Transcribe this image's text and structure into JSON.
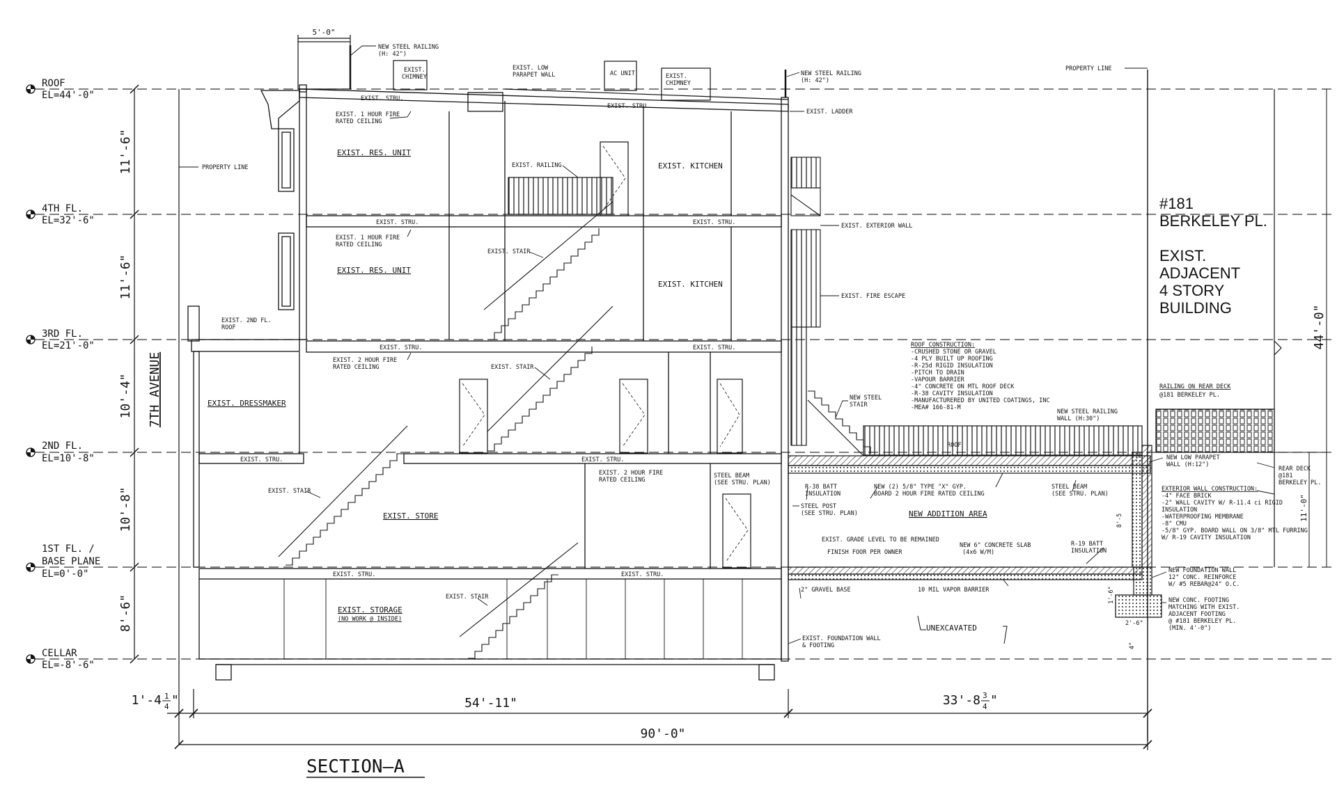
{
  "title": "SECTION–A",
  "levels": [
    {
      "name": "ROOF",
      "el": "EL=44'-0\""
    },
    {
      "name": "4TH FL.",
      "el": "EL=32'-6\""
    },
    {
      "name": "3RD FL.",
      "el": "EL=21'-0\""
    },
    {
      "name": "2ND FL.",
      "el": "EL=10'-8\""
    },
    {
      "name": "1ST FL. /",
      "name2": "BASE PLANE",
      "el": "EL=0'-0\""
    },
    {
      "name": "CELLAR",
      "el": "EL=-8'-6\""
    }
  ],
  "story_heights": [
    "11'-6\"",
    "11'-6\"",
    "10'-4\"",
    "10'-8\"",
    "8'-6\""
  ],
  "street": "7TH AVENUE",
  "dims": {
    "top_5": "5'-0\"",
    "b_left": "1'-4",
    "b_left_frac": "1",
    "b_left_den": "4",
    "b_left_end": "\"",
    "b_main": "54'-11\"",
    "b_add": "33'-8",
    "b_add_frac": "3",
    "b_add_den": "4",
    "b_add_end": "\"",
    "overall": "90'-0\"",
    "right_total": "44'-0\"",
    "rear_deck": "11'-0\"",
    "footing_depth": "1'-6\"",
    "footing_width": "2'-6\"",
    "slab_dim": "8'-5",
    "footing_low": "4\""
  },
  "rooms": {
    "res1": "EXIST. RES. UNIT",
    "res2": "EXIST. RES. UNIT",
    "kitchen1": "EXIST. KITCHEN",
    "kitchen2": "EXIST. KITCHEN",
    "dressmaker": "EXIST. DRESSMAKER",
    "store": "EXIST. STORE",
    "storage1": "EXIST. STORAGE",
    "storage2": "(NO WORK @ INSIDE)",
    "new_area": "NEW ADDITION AREA",
    "unexcavated": "UNEXCAVATED"
  },
  "stru": "EXIST. STRU.",
  "notes": {
    "rail_top_1": "NEW STEEL RAILING",
    "rail_top_2": "(H: 42\")",
    "chimney_1": "EXIST.",
    "chimney_2": "CHIMNEY",
    "parapet_1": "EXIST. LOW",
    "parapet_2": "PARAPET WALL",
    "ac_unit": "AC UNIT",
    "chimney_r1": "EXIST.",
    "chimney_r2": "CHIMNEY",
    "rail_r1": "NEW STEEL RAILING",
    "rail_r2": "(H: 42\")",
    "property_line_r": "PROPERTY LINE",
    "property_line_l": "PROPERTY LINE",
    "ladder": "EXIST. LADDER",
    "ceil1_1": "EXIST. 1 HOUR FIRE",
    "ceil1_2": "RATED CEILING",
    "ceil2_1": "EXIST. 1 HOUR FIRE",
    "ceil2_2": "RATED CEILING",
    "ceil3_1": "EXIST. 2 HOUR FIRE",
    "ceil3_2": "RATED CEILING",
    "ceil4_1": "EXIST. 2 HOUR FIRE",
    "ceil4_2": "RATED CEILING",
    "railing": "EXIST. RAILING",
    "stair": "EXIST. STAIR",
    "ext_wall": "EXIST. EXTERIOR WALL",
    "fire_escape": "EXIST. FIRE ESCAPE",
    "roof2_1": "EXIST. 2ND FL.",
    "roof2_2": "ROOF",
    "new_stair_1": "NEW STEEL",
    "new_stair_2": "STAIR",
    "rail_new_1": "NEW STEEL RAILING",
    "rail_new_2": "WALL (H:30\")",
    "roof_con": [
      "ROOF CONSTRUCTION:",
      "-CRUSHED STONE OR GRAVEL",
      "-4 PLY BUILT UP ROOFING",
      "-R-25d RIGID INSULATION",
      "-PITCH TO DRAIN",
      "-VAPOUR BARRIER",
      "-4\" CONCRETE ON MTL ROOF DECK",
      "-R-38 CAVITY INSULATION",
      "-MANUFACTURERED BY UNITED COATINGS, INC",
      "-MEA# 166-81-M"
    ],
    "roof_label": "ROOF",
    "beam1_1": "STEEL BEAM",
    "beam1_2": "(SEE STRU. PLAN)",
    "beam2_1": "STEEL BEAM",
    "beam2_2": "(SEE STRU. PLAN)",
    "post_1": "STEEL POST",
    "post_2": "(SEE STRU. PLAN)",
    "batt38_1": "R-38 BATT",
    "batt38_2": "INSULATION",
    "gyp_1": "NEW (2) 5/8\" TYPE \"X\" GYP.",
    "gyp_2": "BOARD 2 HOUR FIRE RATED CEILING",
    "batt19_1": "R-19 BATT",
    "batt19_2": "INSULATION",
    "grade": "EXIST. GRADE LEVEL TO BE REMAINED",
    "finish": "FINISH FOOR PER OWNER",
    "slab_1": "NEW 6\" CONCRETE SLAB",
    "slab_2": "(4x6 W/M)",
    "gravel": "2\" GRAVEL BASE",
    "vapor": "10 MIL VAPOR BARRIER",
    "parapet_low_1": "NEW LOW PARAPET",
    "parapet_low_2": "WALL (H:12\")",
    "ext_wall_con": [
      "EXTERIOR WALL CONSTRUCTION:",
      "-4\" FACE BRICK",
      "-2\" WALL CAVITY W/ R-11.4 ci RIGID",
      "INSULATION",
      "-WATERPROOFING MEMBRANE",
      "-8\" CMU",
      "-5/8\" GYP. BOARD WALL ON 3/8\" MTL FURRING",
      "W/ R-19 CAVITY INSULATION"
    ],
    "found_wall": [
      "NEW FOUNDATION WALL",
      "12\" CONC. REINFORCE",
      "W/ #5 REBAR@24\" O.C."
    ],
    "footing": [
      "NEW CONC. FOOTING",
      "MATCHING WITH EXIST.",
      "ADJACENT FOOTING",
      "@ #181 BERKELEY PL.",
      "(MIN. 4'-0\")"
    ],
    "found_exist_1": "EXIST. FOUNDATION WALL",
    "found_exist_2": "& FOOTING",
    "rear_rail_1": "RAILING ON REAR DECK",
    "rear_rail_2": "@181 BERKELEY PL.",
    "rear_deck": [
      "REAR DECK",
      "@181",
      "BERKELEY PL."
    ]
  },
  "adjacent": {
    "addr1": "#181",
    "addr2": "BERKELEY PL.",
    "line1": "EXIST.",
    "line2": "ADJACENT",
    "line3": "4 STORY",
    "line4": "BUILDING"
  }
}
